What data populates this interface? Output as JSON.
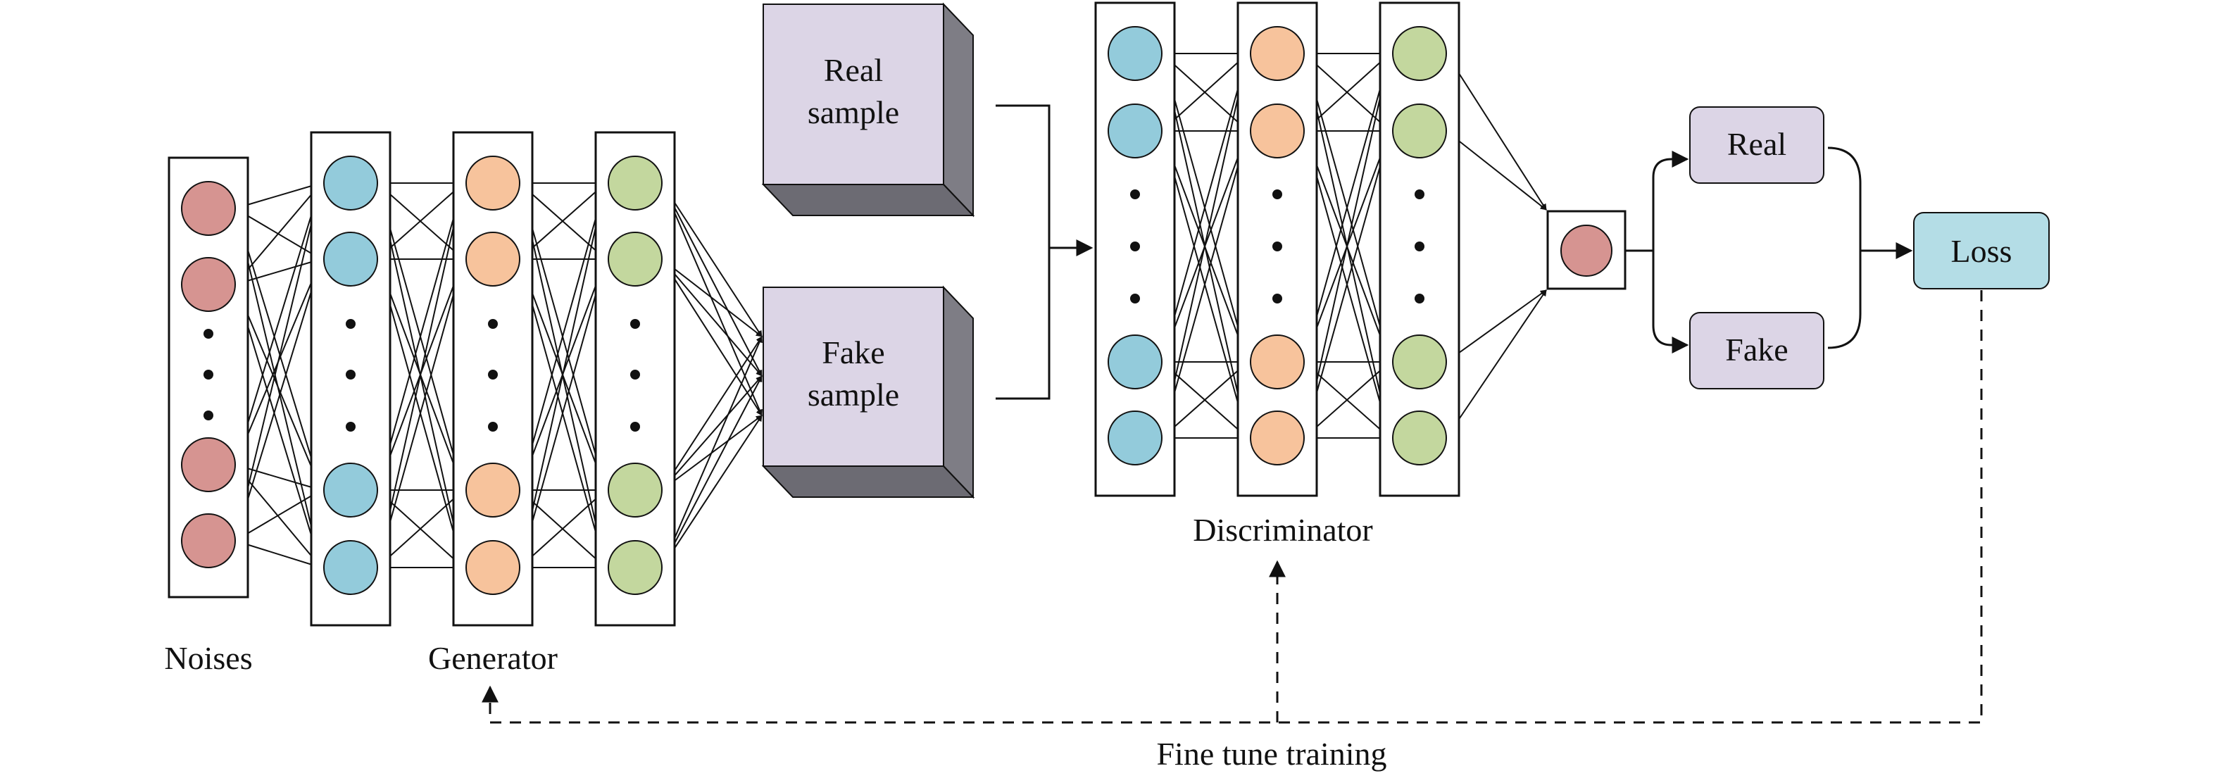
{
  "labels": {
    "noises": "Noises",
    "generator": "Generator",
    "discriminator": "Discriminator",
    "fine_tune": "Fine tune training",
    "real_sample_line1": "Real",
    "real_sample_line2": "sample",
    "fake_sample_line1": "Fake",
    "fake_sample_line2": "sample",
    "real_box": "Real",
    "fake_box": "Fake",
    "loss": "Loss"
  },
  "colors": {
    "noise_node": "#d69491",
    "layer_blue": "#93cbdb",
    "layer_orange": "#f7c39c",
    "layer_green": "#c3d79e",
    "output_node": "#d69491",
    "sample_box_front": "#dcd5e6",
    "sample_box_right": "#7e7d85",
    "sample_box_bottom": "#6c6b73",
    "class_box": "#dcd5e6",
    "loss_box": "#b4dde6",
    "stroke": "#111111"
  },
  "icons": {
    "connector": "arrow-right-icon",
    "feedback": "arrow-up-icon"
  }
}
